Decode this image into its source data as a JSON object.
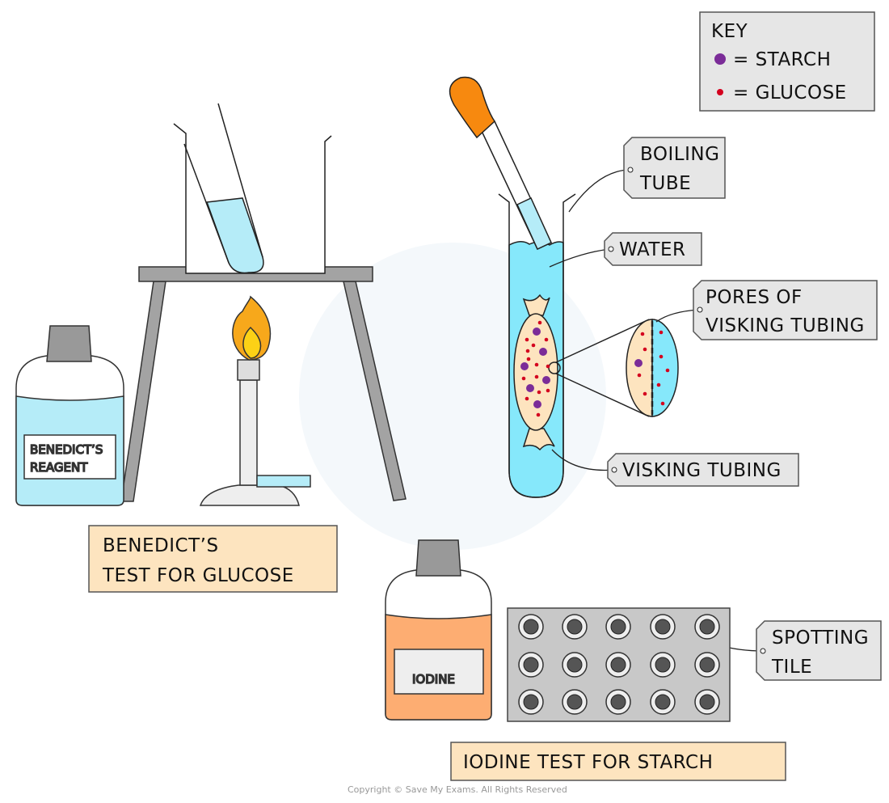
{
  "key": {
    "title": "KEY",
    "starch": "= STARCH",
    "glucose": "= GLUCOSE"
  },
  "labels": {
    "boiling_tube": [
      "BOILING",
      "TUBE"
    ],
    "water": "WATER",
    "pores": [
      "PORES  OF",
      "VISKING TUBING"
    ],
    "visking_tubing": "VISKING  TUBING",
    "spotting_tile": [
      "SPOTTING",
      "TILE"
    ],
    "benedicts_reagent": [
      "BENEDICT’S",
      "REAGENT"
    ],
    "iodine": "IODINE"
  },
  "captions": {
    "benedicts_test": [
      "BENEDICT’S",
      "TEST  FOR  GLUCOSE"
    ],
    "iodine_test": "IODINE  TEST   FOR   STARCH"
  },
  "copyright": "Copyright © Save My Exams. All Rights Reserved",
  "colors": {
    "starch": "#7b2c98",
    "glucose": "#d4001e",
    "water": "#86e8fb",
    "benedicts": "#b5ecf8",
    "iodine": "#fdad72",
    "tag": "#e6e6e6",
    "caption": "#fde4bf",
    "flame_outer": "#f7a81b",
    "flame_inner": "#fcd116",
    "bulb": "#f7890f"
  }
}
